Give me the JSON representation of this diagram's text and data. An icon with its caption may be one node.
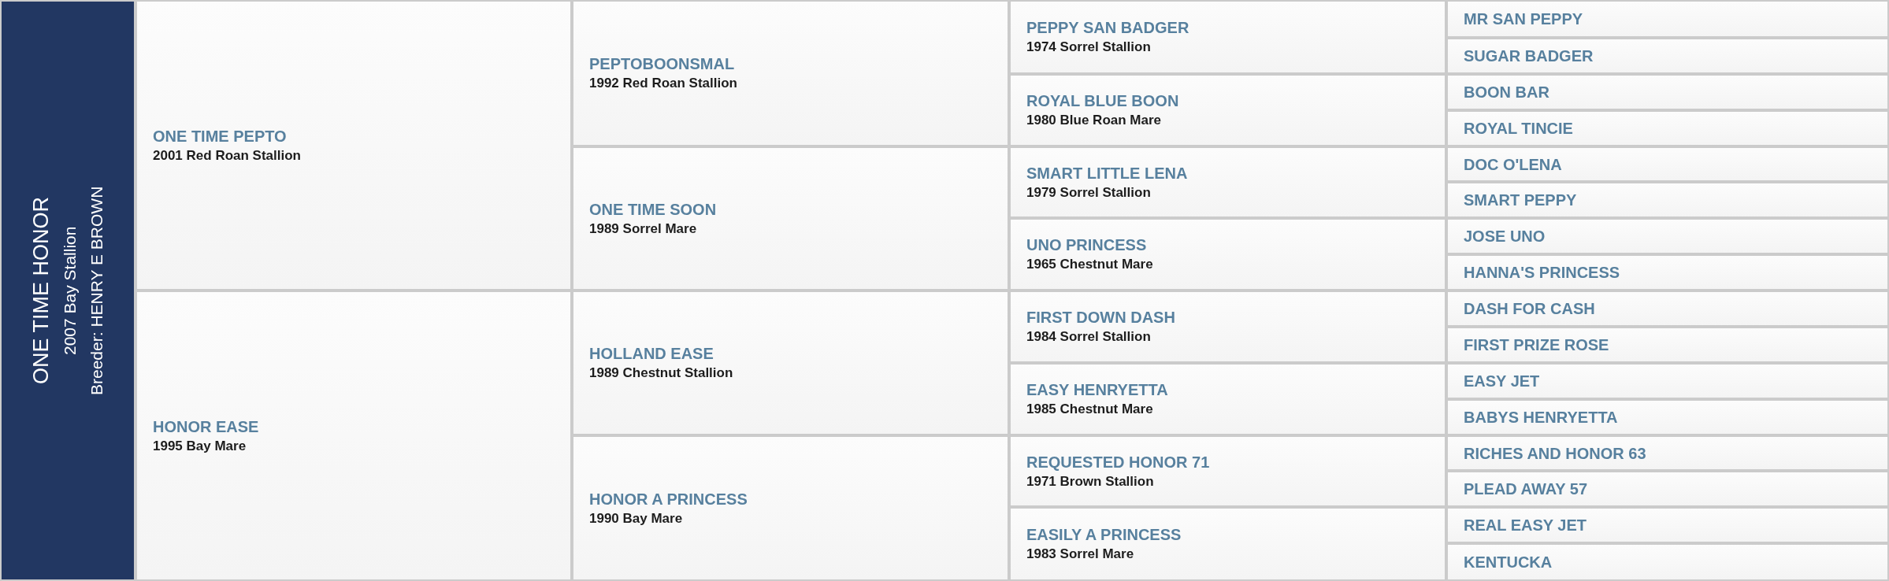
{
  "diagram": {
    "nodes": [
      {
        "text": [
          "ONE TIME HONOR",
          "2007 Bay Stallion",
          "Breeder: HENRY E BROWN"
        ]
      },
      {
        "text": [
          "ONE TIME PEPTO",
          "2001 Red Roan Stallion"
        ]
      },
      {
        "text": [
          "HONOR EASE",
          "1995 Bay Mare"
        ]
      },
      {
        "text": [
          "PEPTOBOONSMAL",
          "1992 Red Roan Stallion"
        ]
      },
      {
        "text": [
          "ONE TIME SOON",
          "1989 Sorrel Mare"
        ]
      },
      {
        "text": [
          "HOLLAND EASE",
          "1989 Chestnut Stallion"
        ]
      },
      {
        "text": [
          "HONOR A PRINCESS",
          "1990 Bay Mare"
        ]
      },
      {
        "text": [
          "PEPPY SAN BADGER",
          "1974 Sorrel Stallion"
        ]
      },
      {
        "text": [
          "ROYAL BLUE BOON",
          "1980 Blue Roan Mare"
        ]
      },
      {
        "text": [
          "SMART LITTLE LENA",
          "1979 Sorrel Stallion"
        ]
      },
      {
        "text": [
          "UNO PRINCESS",
          "1965 Chestnut Mare"
        ]
      },
      {
        "text": [
          "FIRST DOWN DASH",
          "1984 Sorrel Stallion"
        ]
      },
      {
        "text": [
          "EASY HENRYETTA",
          "1985 Chestnut Mare"
        ]
      },
      {
        "text": [
          "REQUESTED HONOR 71",
          "1971 Brown Stallion"
        ]
      },
      {
        "text": [
          "EASILY A PRINCESS",
          "1983 Sorrel Mare"
        ]
      },
      {
        "text": [
          "MR SAN PEPPY"
        ]
      },
      {
        "text": [
          "SUGAR BADGER"
        ]
      },
      {
        "text": [
          "BOON BAR"
        ]
      },
      {
        "text": [
          "ROYAL TINCIE"
        ]
      },
      {
        "text": [
          "DOC O'LENA"
        ]
      },
      {
        "text": [
          "SMART PEPPY"
        ]
      },
      {
        "text": [
          "JOSE UNO"
        ]
      },
      {
        "text": [
          "HANNA'S PRINCESS"
        ]
      },
      {
        "text": [
          "DASH FOR CASH"
        ]
      },
      {
        "text": [
          "FIRST PRIZE ROSE"
        ]
      },
      {
        "text": [
          "EASY JET"
        ]
      },
      {
        "text": [
          "BABYS HENRYETTA"
        ]
      },
      {
        "text": [
          "RICHES AND HONOR 63"
        ]
      },
      {
        "text": [
          "PLEAD AWAY 57"
        ]
      },
      {
        "text": [
          "REAL EASY JET"
        ]
      },
      {
        "text": [
          "KENTUCKA"
        ]
      }
    ]
  }
}
